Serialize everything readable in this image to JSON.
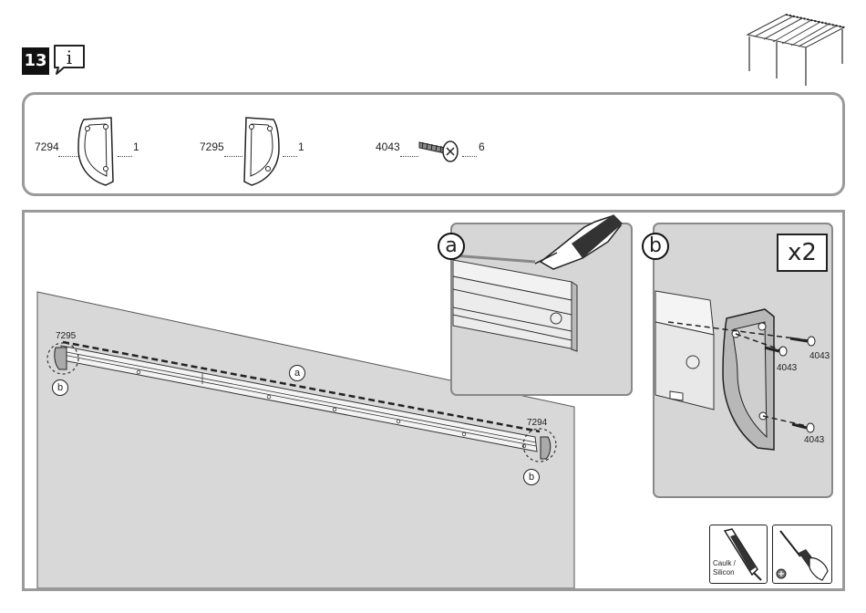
{
  "step": {
    "number": "13"
  },
  "parts": [
    {
      "code": "7294",
      "qty": "1",
      "icon": "end-cap-icon"
    },
    {
      "code": "7295",
      "qty": "1",
      "icon": "end-cap-icon"
    },
    {
      "code": "4043",
      "qty": "6",
      "icon": "screw-icon"
    }
  ],
  "main": {
    "left_cap_code": "7295",
    "right_cap_code": "7294",
    "label_a": "a",
    "label_b_left": "b",
    "label_b_right": "b"
  },
  "detail_a": {
    "label": "a"
  },
  "detail_b": {
    "label": "b",
    "multiplier": "x2",
    "screw_labels": [
      "4043",
      "4043",
      "4043"
    ]
  },
  "tools": [
    {
      "name": "caulk",
      "label_line1": "Caulk /",
      "label_line2": "Silicon"
    },
    {
      "name": "screwdriver"
    }
  ],
  "colors": {
    "panel_border": "#9a9a9a",
    "wall_gray": "#d6d6d6",
    "end_cap_gray": "#b5b5b5"
  }
}
